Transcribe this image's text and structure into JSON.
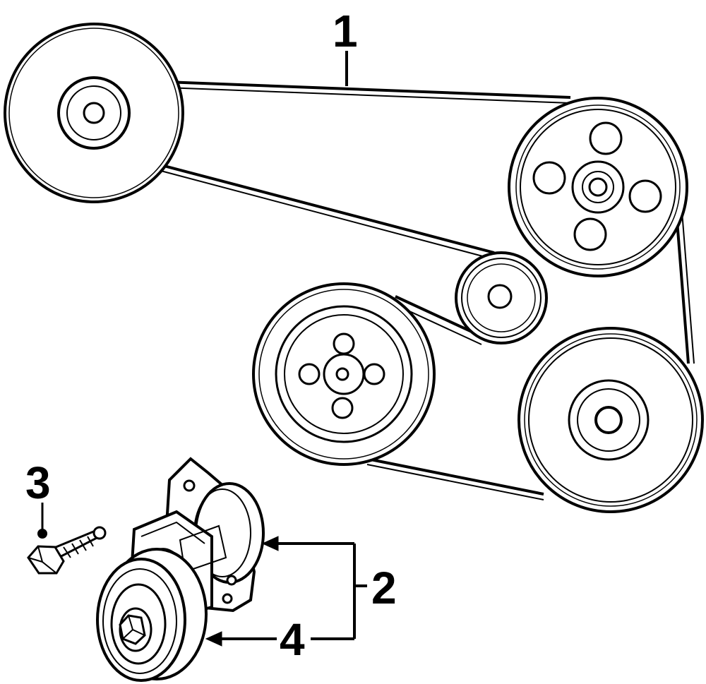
{
  "diagram": {
    "callouts": {
      "belt": "1",
      "tensioner": "2",
      "bolt": "3",
      "pulley": "4"
    },
    "colors": {
      "line": "#000000",
      "background": "#ffffff"
    }
  }
}
